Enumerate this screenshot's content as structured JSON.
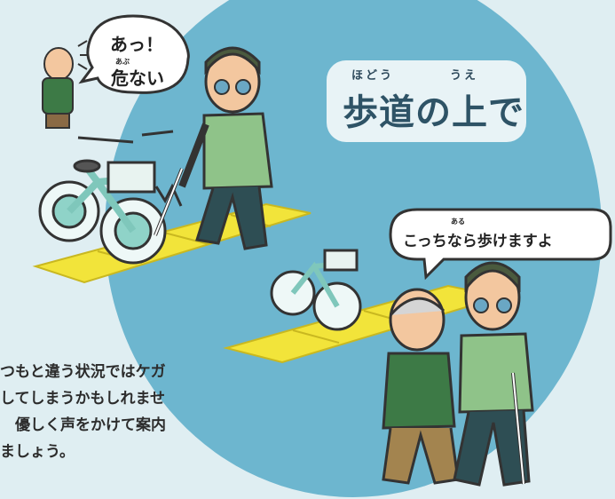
{
  "title": {
    "ruby_hodou": "ほどう",
    "ruby_ue": "うえ",
    "main": "歩道の上で"
  },
  "bubble_warning": {
    "line1": "あっ！",
    "ruby": "あぶ",
    "line2": "危ない"
  },
  "bubble_guide": {
    "ruby": "ある",
    "text": "こっちなら歩けますよ"
  },
  "body_text": {
    "lines": [
      "つもと違う状況ではケガ",
      "してしまうかもしれませ",
      "　優しく声をかけて案内",
      "ましょう。"
    ]
  },
  "colors": {
    "background": "#dfeef2",
    "circle": "#6db6cf",
    "tactile_paving": "#f2e43a",
    "bicycle": "#8fd3c8"
  }
}
